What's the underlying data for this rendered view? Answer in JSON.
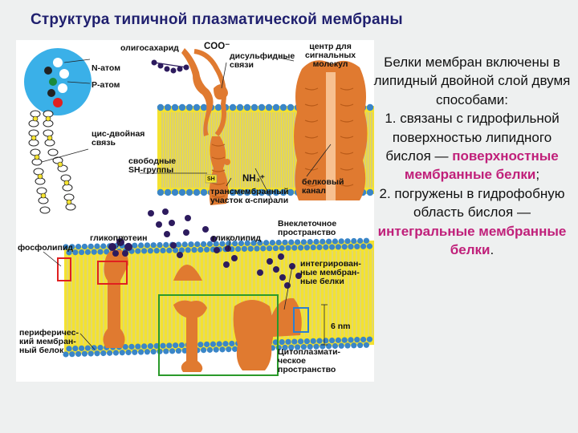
{
  "slide": {
    "title": "Структура типичной плазматической мембраны"
  },
  "figure": {
    "labels": {
      "oligosaccharide": "олигосахарид",
      "coo": "COO⁻",
      "disulfide": "дисульфидные\nсвязи",
      "binding_center": "центр для\nсигнальных\nмолекул",
      "n_atom": "N-атом",
      "p_atom": "P-атом",
      "cis_double": "цис-двойная\nсвязь",
      "free_sh": "свободные\nSH-группы",
      "sh": "SH",
      "nh3": "NH₃⁺",
      "transmembrane": "трансмембранный\nучасток α-спирали",
      "protein_channel": "белковый\nканал",
      "extracellular": "Внеклеточное\nпространство",
      "glycoprotein": "гликопротеин",
      "glycolipid": "гликолипид",
      "phospholipid": "фосфолипид",
      "integral_proteins": "интегрирован-\nные мембран-\nные белки",
      "thickness": "6 nm",
      "peripheral": "периферичес-\nкий мембран-\nный белок",
      "cytoplasmic": "Цитоплазмати-\nческое\nпространство"
    }
  },
  "side_text": {
    "intro": "Белки мембран включены в липидный двойной слой двумя способами:",
    "item1_prefix": "1. связаны с гидрофильной поверхностью липидного бислоя —",
    "item1_term": "поверхностные мембранные белки",
    "item1_suffix": ";",
    "item2_prefix": "2. погружены в гидрофобную область бислоя —",
    "item2_term": "интегральные мембранные белки",
    "item2_suffix": "."
  },
  "colors": {
    "background": "#eef0f0",
    "title": "#1f1f6e",
    "highlight": "#c0207a",
    "protein": "#e07a30",
    "headgroup": "#3a86c8",
    "hydrophobic_core": "#f4e230",
    "sugar_chain": "#2d1b5e",
    "box_red": "#e02020",
    "box_green": "#2a9a2a",
    "box_blue": "#2e7fd0"
  }
}
